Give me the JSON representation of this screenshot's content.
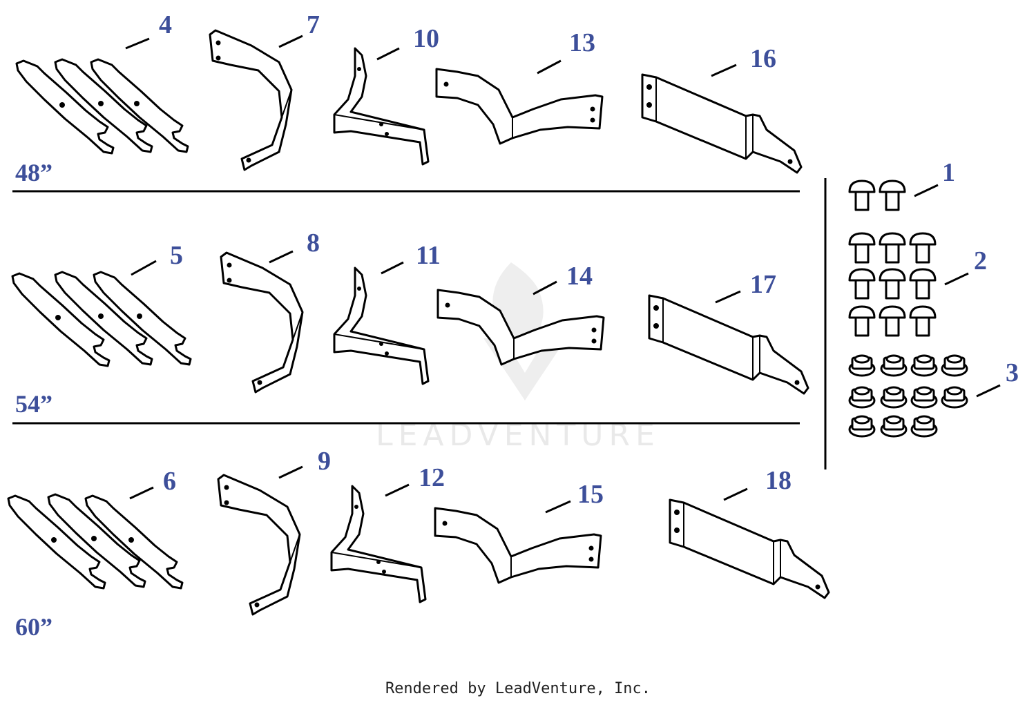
{
  "deck_labels": [
    "48”",
    "54”",
    "60”"
  ],
  "callouts": {
    "c1": "1",
    "c2": "2",
    "c3": "3",
    "c4": "4",
    "c5": "5",
    "c6": "6",
    "c7": "7",
    "c8": "8",
    "c9": "9",
    "c10": "10",
    "c11": "11",
    "c12": "12",
    "c13": "13",
    "c14": "14",
    "c15": "15",
    "c16": "16",
    "c17": "17",
    "c18": "18"
  },
  "watermark": "LEADVENTURE",
  "footer": "Rendered by LeadVenture, Inc.",
  "colors": {
    "callout": "#3d4f9a",
    "line": "#000000",
    "watermark": "#e9e9e9"
  }
}
